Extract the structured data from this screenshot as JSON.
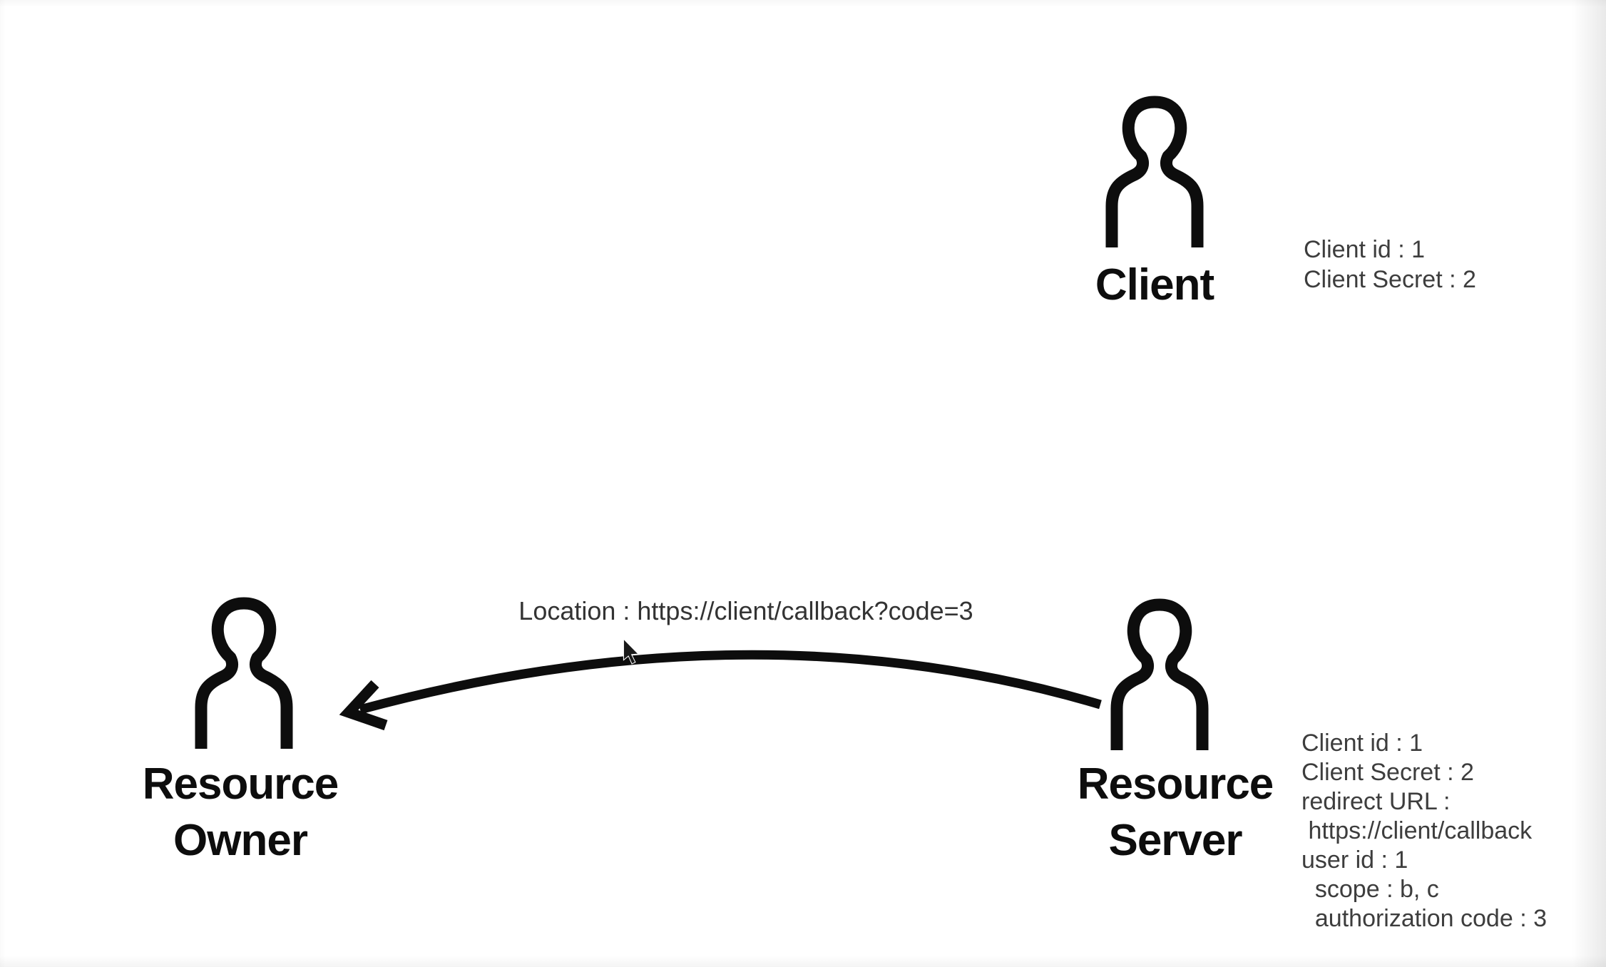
{
  "page": {
    "background": "#ffffff"
  },
  "colors": {
    "icon": "#0d0d0d",
    "label": "#0d0d0d",
    "note": "#3d3d3d",
    "arrow": "#0d0d0d",
    "location": "#333333"
  },
  "actors": [
    {
      "id": "client",
      "label": "Client",
      "label_lines": [
        "Client"
      ],
      "notes": [
        "Client id : 1",
        "Client Secret : 2"
      ]
    },
    {
      "id": "resource-owner",
      "label": "Resource Owner",
      "label_lines": [
        "Resource",
        "Owner"
      ],
      "notes": []
    },
    {
      "id": "resource-server",
      "label": "Resource Server",
      "label_lines": [
        "Resource",
        "Server"
      ],
      "notes": [
        "Client id : 1",
        "Client Secret : 2",
        "redirect URL :",
        " https://client/callback",
        "user id : 1",
        "  scope : b, c",
        "  authorization code : 3"
      ]
    }
  ],
  "message": {
    "from": "Resource Server",
    "to": "Resource Owner",
    "label": "Location : https://client/callback?code=3"
  }
}
